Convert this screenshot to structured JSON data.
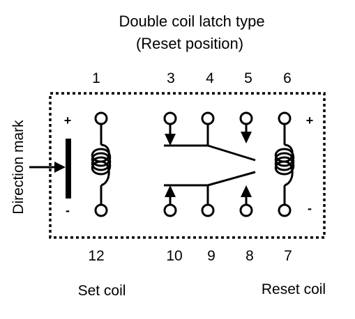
{
  "title": {
    "line1": "Double coil latch type",
    "line2": "(Reset position)"
  },
  "pins": {
    "top": [
      "1",
      "3",
      "4",
      "5",
      "6"
    ],
    "bottom": [
      "12",
      "10",
      "9",
      "8",
      "7"
    ]
  },
  "signs": {
    "set_plus": "+",
    "set_minus": "-",
    "reset_plus": "+",
    "reset_minus": "-"
  },
  "labels": {
    "direction_mark": "Direction mark",
    "set_coil": "Set coil",
    "reset_coil": "Reset coil"
  }
}
